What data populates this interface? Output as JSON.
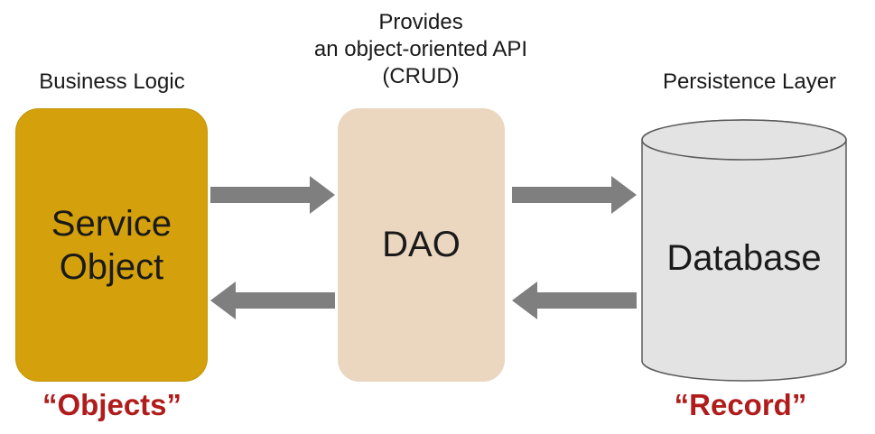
{
  "captions": {
    "business_logic": "Business Logic",
    "dao_line1": "Provides",
    "dao_line2": "an object-oriented API",
    "dao_line3": "(CRUD)",
    "persistence_layer": "Persistence Layer"
  },
  "boxes": {
    "service_line1": "Service",
    "service_line2": "Object",
    "dao": "DAO",
    "database": "Database"
  },
  "quotes": {
    "objects": "“Objects”",
    "record": "“Record”"
  },
  "colors": {
    "service_box": "#d4a00c",
    "dao_box": "#ebd6bf",
    "database": "#e3e3e3",
    "arrows": "#7f7f7f",
    "quote_text": "#b01c1c"
  },
  "arrows": [
    {
      "from": "Service Object",
      "to": "DAO",
      "direction": "right"
    },
    {
      "from": "DAO",
      "to": "Service Object",
      "direction": "left"
    },
    {
      "from": "DAO",
      "to": "Database",
      "direction": "right"
    },
    {
      "from": "Database",
      "to": "DAO",
      "direction": "left"
    }
  ]
}
